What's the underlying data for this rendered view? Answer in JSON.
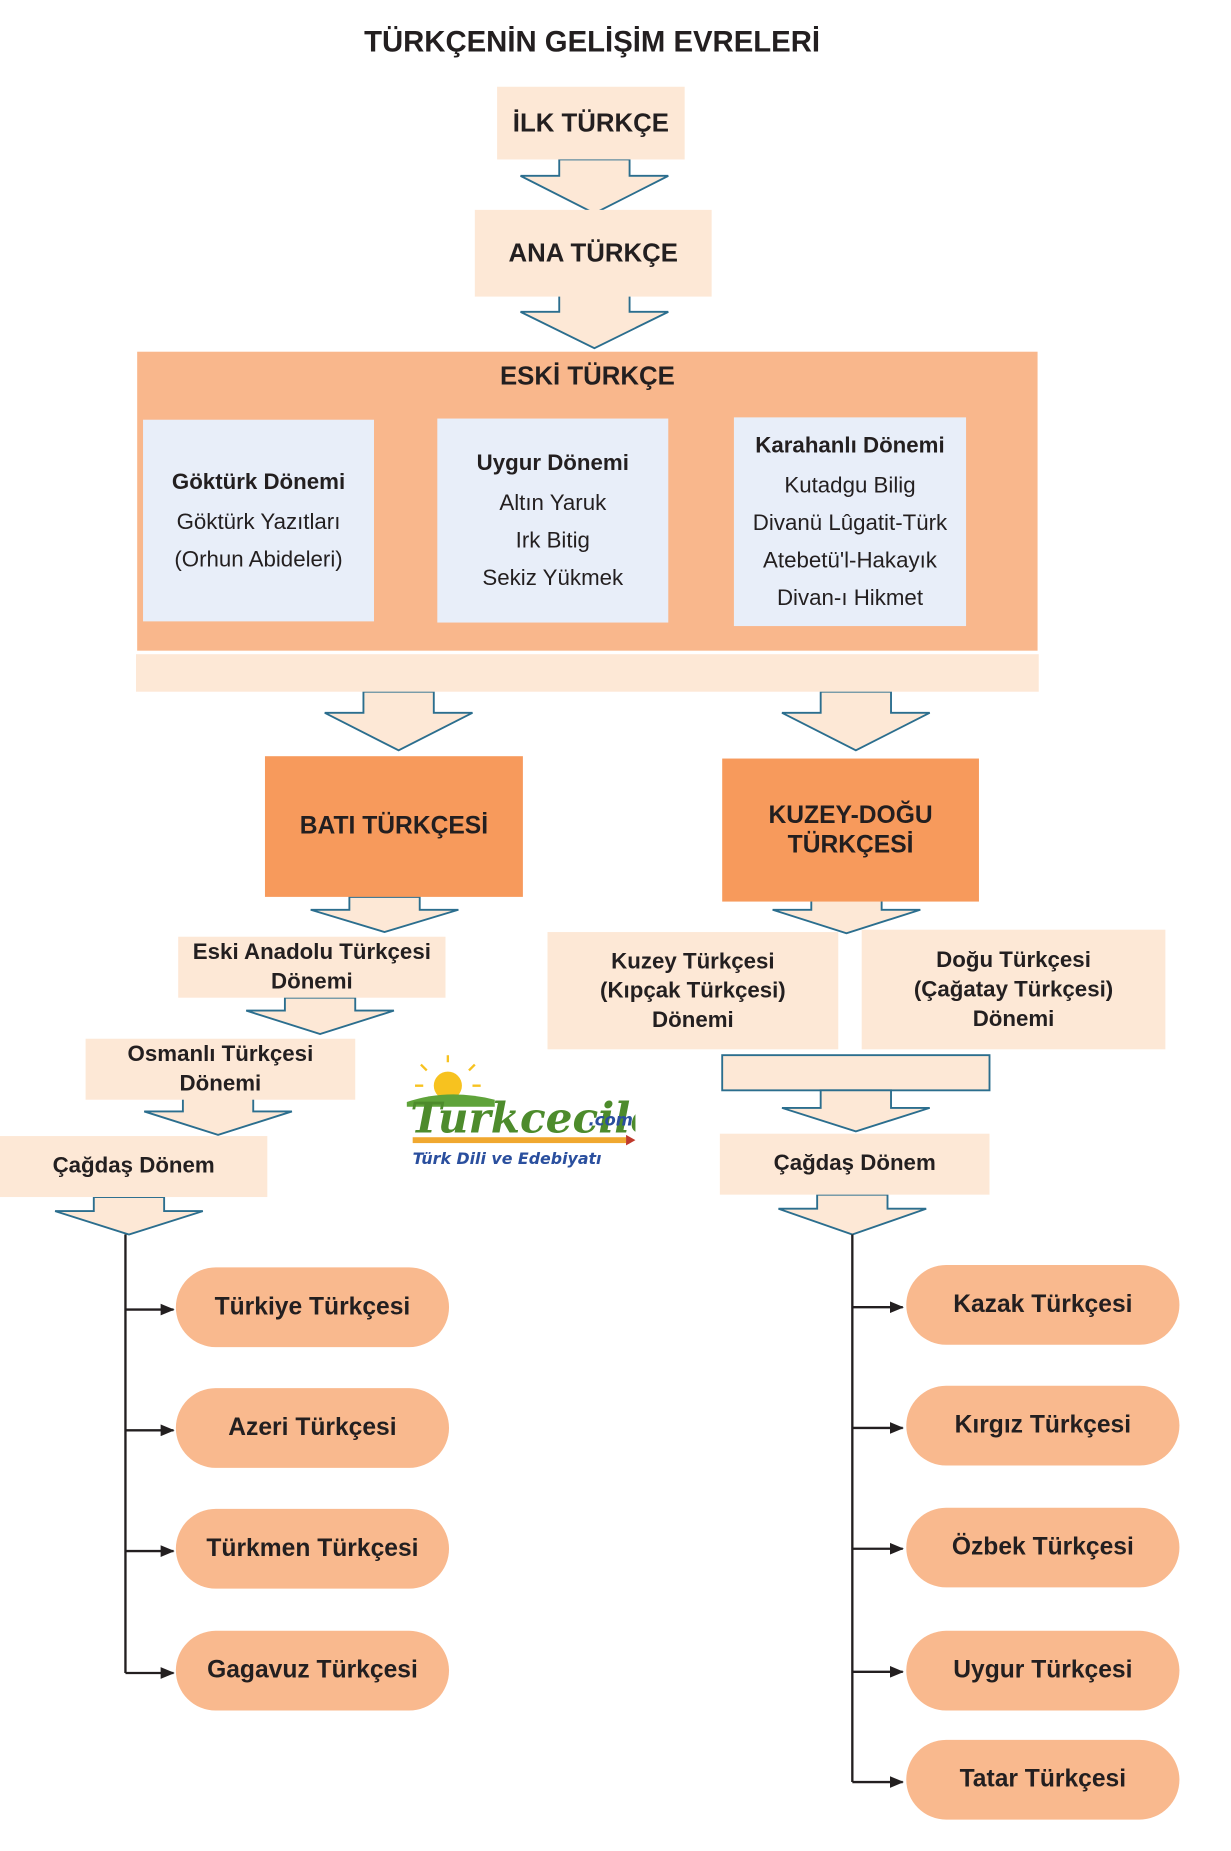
{
  "title": "TÜRKÇENİN GELİŞİM EVRELERİ",
  "ilk_turkce": "İLK TÜRKÇE",
  "ana_turkce": "ANA TÜRKÇE",
  "eski_turkce": {
    "label": "ESKİ TÜRKÇE",
    "periods": [
      {
        "name": "Göktürk Dönemi",
        "items": [
          "Göktürk Yazıtları",
          "(Orhun Abideleri)"
        ]
      },
      {
        "name": "Uygur Dönemi",
        "items": [
          "Altın Yaruk",
          "Irk Bitig",
          "Sekiz Yükmek"
        ]
      },
      {
        "name": "Karahanlı Dönemi",
        "items": [
          "Kutadgu Bilig",
          "Divanü Lûgatit-Türk",
          "Atebetü'l-Hakayık",
          "Divan-ı Hikmet"
        ]
      }
    ]
  },
  "bati": {
    "label": "BATI TÜRKÇESİ",
    "stages": [
      [
        "Eski Anadolu Türkçesi",
        "Dönemi"
      ],
      [
        "Osmanlı Türkçesi",
        "Dönemi"
      ]
    ],
    "modern": "Çağdaş Dönem",
    "languages": [
      "Türkiye Türkçesi",
      "Azeri Türkçesi",
      "Türkmen Türkçesi",
      "Gagavuz Türkçesi"
    ]
  },
  "kuzey_dogu": {
    "label": [
      "KUZEY-DOĞU",
      "TÜRKÇESİ"
    ],
    "branches": [
      [
        "Kuzey Türkçesi",
        "(Kıpçak Türkçesi)",
        "Dönemi"
      ],
      [
        "Doğu Türkçesi",
        "(Çağatay Türkçesi)",
        "Dönemi"
      ]
    ],
    "modern": "Çağdaş Dönem",
    "languages": [
      "Kazak Türkçesi",
      "Kırgız Türkçesi",
      "Özbek Türkçesi",
      "Uygur Türkçesi",
      "Tatar Türkçesi"
    ]
  },
  "logo": {
    "brand": "Turkceciler",
    "suffix": ".com",
    "tagline": "Türk Dili ve Edebiyatı"
  },
  "colors": {
    "box_light": "#fde8d6",
    "box_mid": "#f9b78c",
    "box_strong": "#f79a5c",
    "box_pale": "#e8eef9",
    "arrow_stroke": "#2b6e8e"
  }
}
